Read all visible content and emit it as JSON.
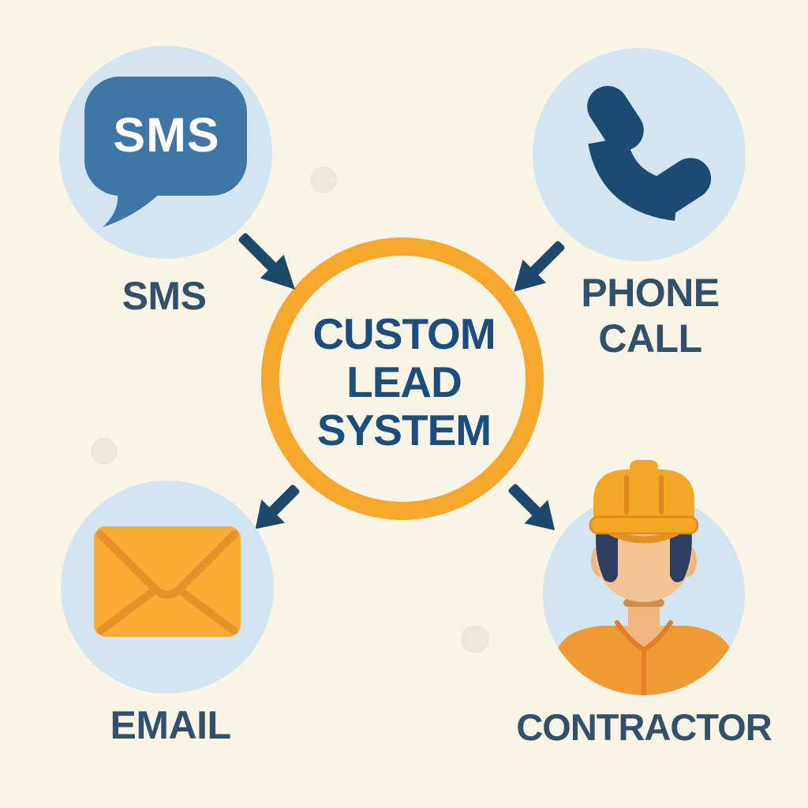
{
  "title": "Custom Lead System",
  "center": {
    "lines": [
      "CUSTOM",
      "LEAD",
      "SYSTEM"
    ],
    "shape": "orange-ring-circle"
  },
  "nodes": [
    {
      "id": "sms",
      "label": "SMS",
      "icon": "sms-bubble-icon",
      "icon_text": "SMS",
      "position": "top-left"
    },
    {
      "id": "phone",
      "label": "PHONE CALL",
      "icon": "phone-icon",
      "position": "top-right"
    },
    {
      "id": "email",
      "label": "EMAIL",
      "icon": "envelope-icon",
      "position": "bottom-left"
    },
    {
      "id": "contractor",
      "label": "CONTRACTOR",
      "icon": "contractor-avatar-icon",
      "position": "bottom-right"
    }
  ],
  "arrows": [
    {
      "from": "sms",
      "to": "center",
      "direction": "down-right"
    },
    {
      "from": "phone",
      "to": "center",
      "direction": "down-left"
    },
    {
      "from": "center",
      "to": "email",
      "direction": "down-left"
    },
    {
      "from": "center",
      "to": "contractor",
      "direction": "down-right"
    }
  ],
  "palette": {
    "bg": "#faf4e6",
    "circle_blue": "#d3e5f1",
    "bubble_blue": "#3f76a6",
    "navy": "#1e486b",
    "navy_phone": "#1c4a70",
    "text_navy": "#1b4e7e",
    "label_slate": "#33506a",
    "ring_orange": "#f6a82e",
    "envelope_orange": "#f9ab33",
    "envelope_line": "#e5922a",
    "hat_orange": "#f3a727",
    "hat_line": "#e0881f",
    "hat_arc": "#e5931f",
    "skin": "#f5c392",
    "skin_dark": "#efb67e",
    "neck_band": "#d08c4a",
    "hair_navy": "#2c3f63",
    "shirt_orange": "#f09a35",
    "shirt_line": "#e07f28",
    "dot_beige": "#ebe8da",
    "white": "#ffffff"
  }
}
